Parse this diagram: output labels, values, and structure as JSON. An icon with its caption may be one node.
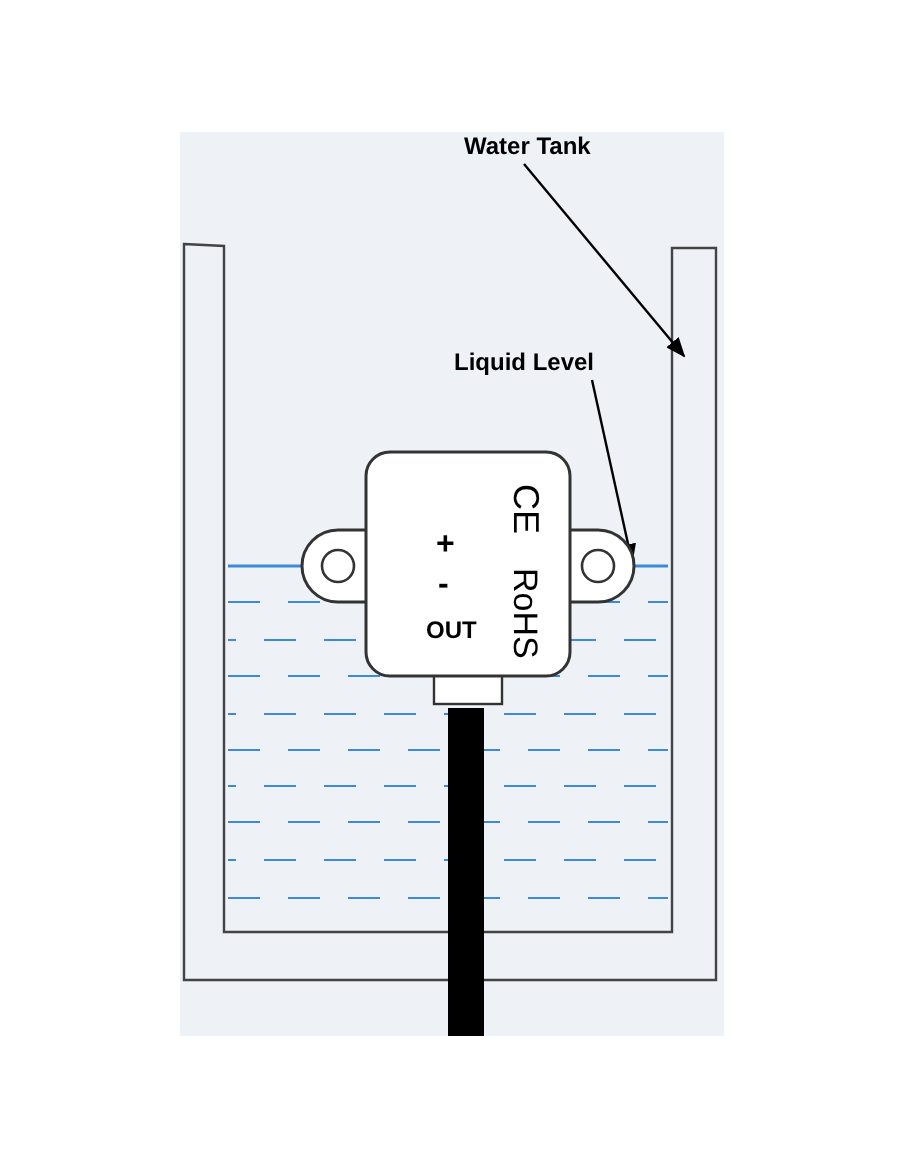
{
  "diagram": {
    "nodes": [
      {
        "text": [
          "Water Tank"
        ]
      },
      {
        "text": [],
        "shape": "box"
      },
      {
        "text": [
          "Liquid Level"
        ]
      },
      {
        "text": [],
        "shape": "bar"
      },
      {
        "text": [
          "+",
          "-",
          "OUT",
          "CE",
          "RoHS"
        ]
      }
    ],
    "edges": [
      {
        "from": 0,
        "to": 1,
        "arrow": "to"
      },
      {
        "from": 2,
        "to": 3,
        "arrow": "to"
      }
    ]
  }
}
